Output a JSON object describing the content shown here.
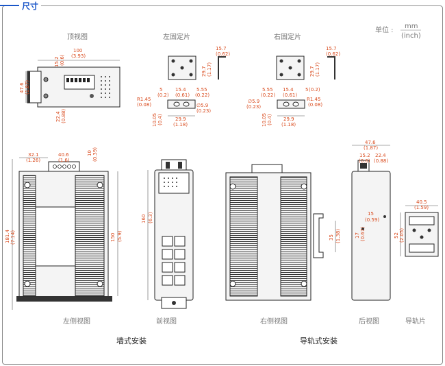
{
  "section_title": "尺寸",
  "unit": {
    "label": "单位 :",
    "top": "mm",
    "bottom": "(inch)"
  },
  "views": {
    "top": "顶视图",
    "left_bracket": "左固定片",
    "right_bracket": "右固定片",
    "left_side": "左侧视图",
    "front": "前视图",
    "right_side": "右侧视图",
    "rear": "后视图",
    "rail_clip": "导轨片"
  },
  "captions": {
    "wall": "墙式安装",
    "din": "导轨式安装"
  },
  "dims": {
    "top_w": "100",
    "top_w_in": "(3.93)",
    "top_h": "47.6",
    "top_h_in": "(1.87)",
    "top_a": "15.2",
    "top_a_in": "(0.6)",
    "top_b": "22.4",
    "top_b_in": "(0.88)",
    "lb_t": "15.7",
    "lb_t_in": "(0.62)",
    "lb_h": "29.7",
    "lb_h_in": "(1.17)",
    "lb_5": "5",
    "lb_5_in": "(0.2)",
    "lb_154": "15.4",
    "lb_154_in": "(0.61)",
    "lb_555": "5.55",
    "lb_555_in": "(0.22)",
    "lb_r": "R1.45",
    "lb_r_in": "(0.08)",
    "lb_d": "∅5.9",
    "lb_d_in": "(0.23)",
    "lb_1005": "10.05",
    "lb_1005_in": "(0.4)",
    "lb_299": "29.9",
    "lb_299_in": "(1.18)",
    "ls_321": "32.1",
    "ls_321_in": "(1.26)",
    "ls_406": "40.6",
    "ls_406_in": "(1.6)",
    "ls_10": "10",
    "ls_10_in": "(0.39)",
    "ls_1814": "181.4",
    "ls_1814_in": "(7.14)",
    "ls_150": "150",
    "ls_150_in": "(5.9)",
    "fr_160": "160",
    "fr_160_in": "(6.3)",
    "rs_35": "35",
    "rs_35_in": "(1.38)",
    "rv_476": "47.6",
    "rv_476_in": "(1.87)",
    "rv_152": "15.2",
    "rv_152_in": "(0.6)",
    "rv_224": "22.4",
    "rv_224_in": "(0.88)",
    "rv_15": "15",
    "rv_15_in": "(0.59)",
    "rv_17": "17",
    "rv_17_in": "(0.67)",
    "rc_405": "40.5",
    "rc_405_in": "(1.59)",
    "rc_52": "52",
    "rc_52_in": "(2.05)"
  }
}
